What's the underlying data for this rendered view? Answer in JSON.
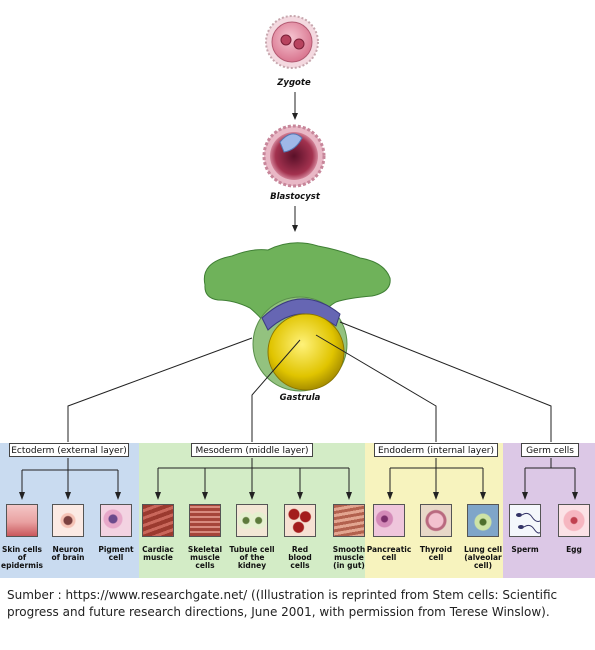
{
  "stages": {
    "zygote": "Zygote",
    "blastocyst": "Blastocyst",
    "gastrula": "Gastrula"
  },
  "layers": {
    "ectoderm": {
      "label": "Ectoderm (external layer)",
      "color": "#c9dbf0",
      "cells": [
        "Skin cells\nof\nepidermis",
        "Neuron\nof brain",
        "Pigment\ncell"
      ]
    },
    "mesoderm": {
      "label": "Mesoderm (middle layer)",
      "color": "#d3ecc6",
      "cells": [
        "Cardiac\nmuscle",
        "Skeletal\nmuscle\ncells",
        "Tubule cell\nof the\nkidney",
        "Red\nblood\ncells",
        "Smooth\nmuscle\n(in gut)"
      ]
    },
    "endoderm": {
      "label": "Endoderm (internal layer)",
      "color": "#f7f3be",
      "cells": [
        "Pancreatic\ncell",
        "Thyroid\ncell",
        "Lung cell\n(alveolar\ncell)"
      ]
    },
    "germ": {
      "label": "Germ cells",
      "color": "#dcc8e6",
      "cells": [
        "Sperm",
        "Egg"
      ]
    }
  },
  "source": "Sumber : https://www.researchgate.net/ ((Illustration is reprinted from Stem cells: Scientific progress and future research directions, June 2001, with permission from Terese Winslow)."
}
